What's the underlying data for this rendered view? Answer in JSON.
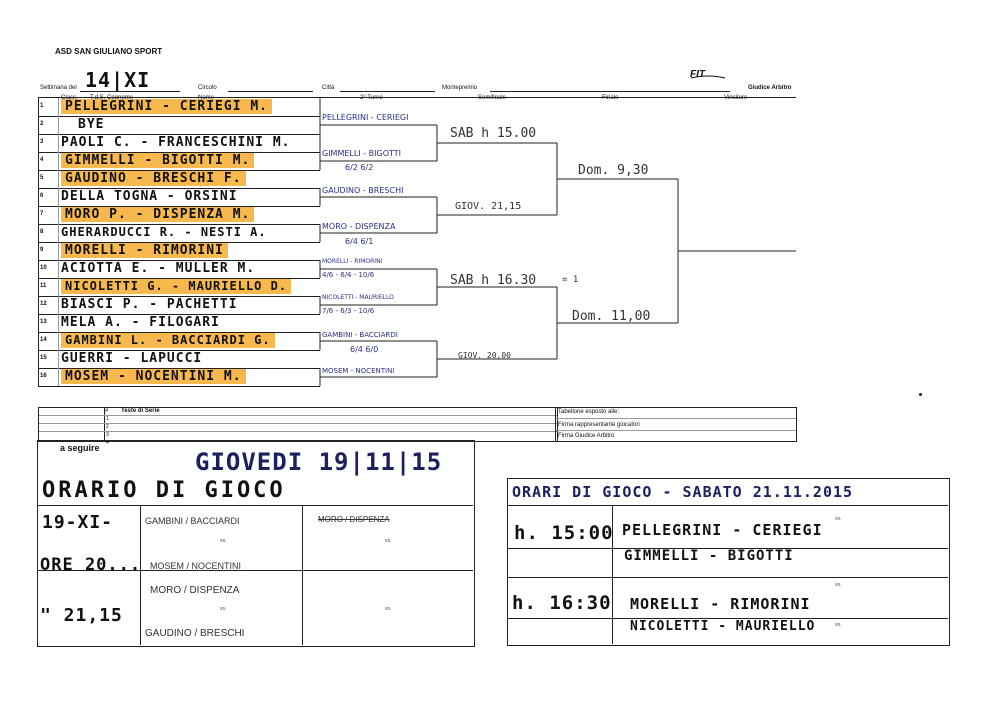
{
  "header": {
    "club": "ASD SAN GIULIANO SPORT",
    "week_label": "Settimana del",
    "week_value": "14|XI",
    "circolo_label": "Circolo",
    "citta_label": "Città",
    "montepremio_label": "Montepremio",
    "giudice_label": "Giudice Arbitro",
    "fit_logo": "FIT"
  },
  "columns": {
    "class": "Class.",
    "tds_cognome": "T.d.S. Cognome",
    "nome": "Nome",
    "turno2": "2° Turno",
    "semifinale": "Semifinale",
    "finale": "Finale",
    "vincitore": "Vincitore"
  },
  "entries": [
    {
      "num": "1",
      "name": "PELLEGRINI - CERIEGI M."
    },
    {
      "num": "2",
      "name": "BYE"
    },
    {
      "num": "3",
      "name": "PAOLI C. - FRANCESCHINI M."
    },
    {
      "num": "4",
      "name": "GIMMELLI - BIGOTTI M."
    },
    {
      "num": "5",
      "name": "GAUDINO - BRESCHI F."
    },
    {
      "num": "6",
      "name": "DELLA TOGNA - ORSINI"
    },
    {
      "num": "7",
      "name": "MORO P. - DISPENZA M."
    },
    {
      "num": "8",
      "name": "GHERARDUCCI R. - NESTI A."
    },
    {
      "num": "9",
      "name": "MORELLI - RIMORINI"
    },
    {
      "num": "10",
      "name": "ACIOTTA E. - MULLER M."
    },
    {
      "num": "11",
      "name": "NICOLETTI G. - MAURIELLO D."
    },
    {
      "num": "12",
      "name": "BIASCI P. - PACHETTI"
    },
    {
      "num": "13",
      "name": "MELA A. - FILOGARI"
    },
    {
      "num": "14",
      "name": "GAMBINI L. - BACCIARDI G."
    },
    {
      "num": "15",
      "name": "GUERRI - LAPUCCI"
    },
    {
      "num": "16",
      "name": "MOSEM - NOCENTINI M."
    }
  ],
  "round2": [
    {
      "name": "PELLEGRINI - CERIEGI",
      "score": ""
    },
    {
      "name": "GIMMELLI - BIGOTTI",
      "score": "6/2 6/2"
    },
    {
      "name": "GAUDINO - BRESCHI",
      "score": ""
    },
    {
      "name": "MORO - DISPENZA",
      "score": "6/4 6/1"
    },
    {
      "name": "MORELLI - RIMORINI",
      "score": "4/6 - 6/4 - 10/6"
    },
    {
      "name": "NICOLETTI - MAURIELLO",
      "score": "7/6 - 6/3 - 10/6"
    },
    {
      "name": "GAMBINI - BACCIARDI",
      "score": "6/4 6/0"
    },
    {
      "name": "MOSEM - NOCENTINI",
      "score": ""
    }
  ],
  "semifinal": [
    {
      "text": "SAB h 15.00"
    },
    {
      "text": "GIOV. 21,15"
    },
    {
      "text": "SAB h 16.30"
    },
    {
      "text": "GIOV. 20,00"
    }
  ],
  "semifinal_mark": "= 1",
  "final": [
    {
      "text": "Dom. 9,30"
    },
    {
      "text": "Dom. 11,00"
    }
  ],
  "seeds": {
    "label": "Teste di Serie",
    "hash": "#",
    "numbers": [
      "1",
      "2",
      "3",
      "4"
    ]
  },
  "officials": {
    "tabellone": "Tabellone esposto alle:",
    "firma_rapp": "Firma rappresentante giocatori",
    "firma_giudice": "Firma Giudice Arbitro"
  },
  "left_schedule": {
    "a_seguire": "a seguire",
    "day": "GIOVEDI 19|11|15",
    "title": "ORARIO DI GIOCO",
    "date_label": "19-XI-",
    "ore1": "ORE 20...",
    "ore2": "\" 21,15",
    "matches": [
      "GAMBINI / BACCIARDI",
      "MOSEM / NOCENTINI",
      "MORO / DISPENZA",
      "GAUDINO / BRESCHI"
    ],
    "crossed": "MORO / DISPENZA",
    "vs": "vs."
  },
  "right_schedule": {
    "title": "ORARI DI GIOCO - SABATO 21.11.2015",
    "time1": "h. 15:00",
    "match1a": "PELLEGRINI - CERIEGI",
    "match1b": "GIMMELLI - BIGOTTI",
    "time2": "h. 16:30",
    "match2a": "MORELLI - RIMORINI",
    "match2b": "NICOLETTI - MAURIELLO",
    "vs": "vs."
  }
}
